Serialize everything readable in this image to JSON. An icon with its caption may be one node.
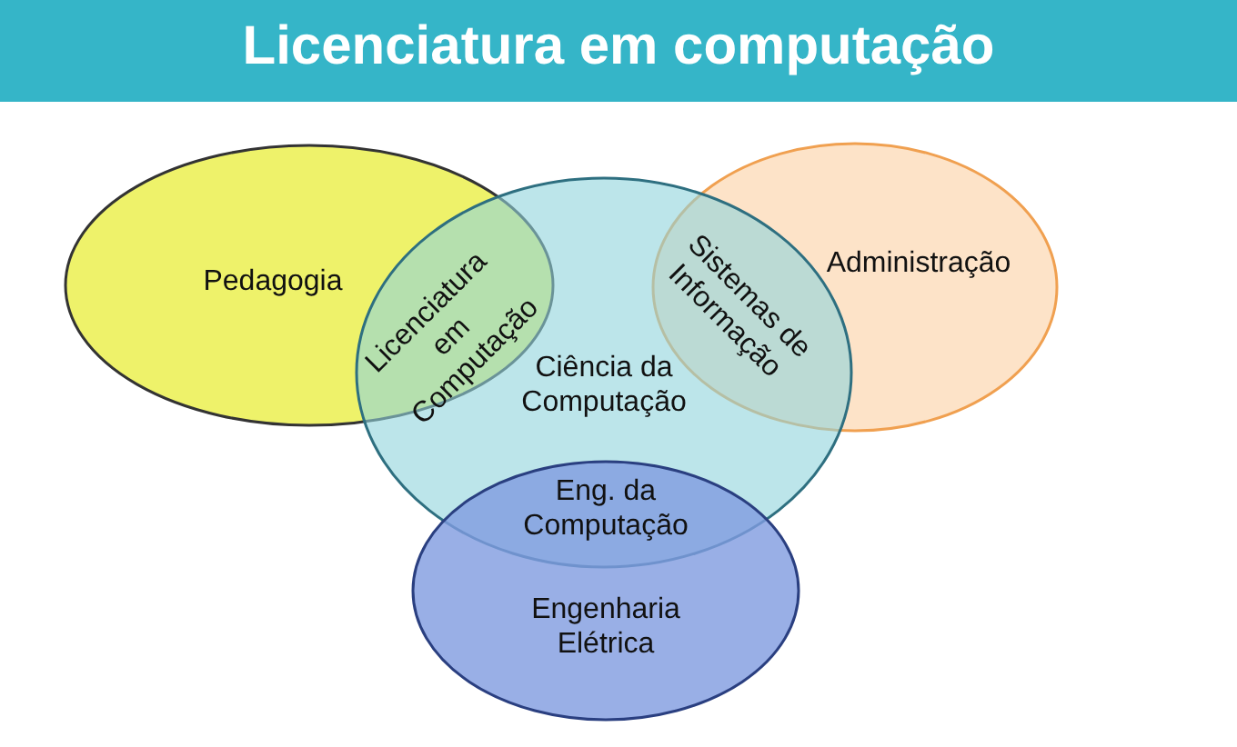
{
  "diagram": {
    "title": "Licenciatura em computação",
    "nodes": [
      {
        "text": [
          "Pedagogia"
        ]
      },
      {
        "text": [
          "Administração"
        ]
      },
      {
        "text": [
          "Ciência da Computação"
        ]
      },
      {
        "text": [
          "Engenharia Elétrica"
        ]
      }
    ],
    "edges": [],
    "labels": [
      "Licenciatura em Computação",
      "Sistemas de Informação",
      "Eng. da Computação"
    ]
  }
}
